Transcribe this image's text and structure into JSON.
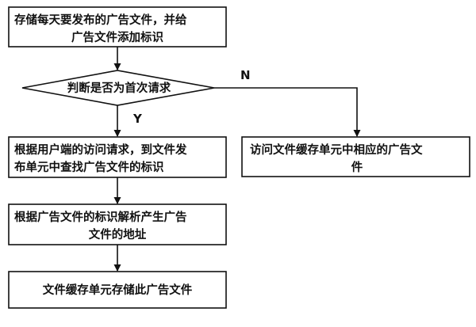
{
  "nodes": {
    "store": {
      "lines": [
        "存储每天要发布的广告文件，并给",
        "广告文件添加标识"
      ]
    },
    "decision": {
      "lines": [
        "判断是否为首次请求"
      ]
    },
    "lookup": {
      "lines": [
        "根据用户端的访问请求，到文件发",
        "布单元中查找广告文件的标识"
      ]
    },
    "access_cache": {
      "lines": [
        "访问文件缓存单元中相应的广告文",
        "件"
      ]
    },
    "parse": {
      "lines": [
        "根据广告文件的标识解析产生广告",
        "文件的地址"
      ]
    },
    "cache_store": {
      "lines": [
        "文件缓存单元存储此广告文件"
      ]
    }
  },
  "edges": {
    "yes_label": "Y",
    "no_label": "N"
  }
}
